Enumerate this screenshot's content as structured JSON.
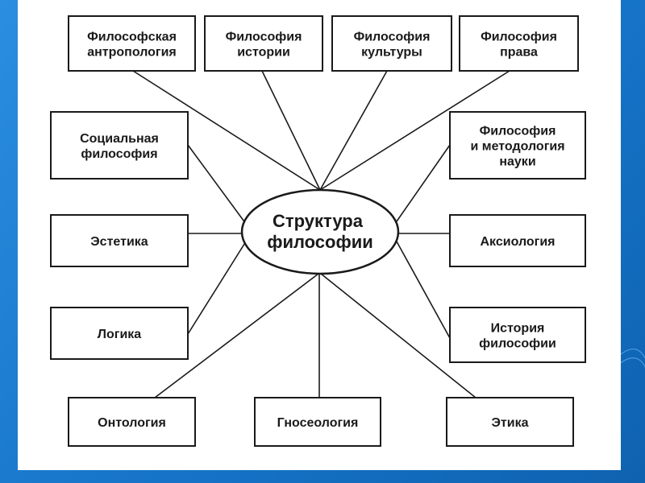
{
  "center": {
    "lines": [
      "Структура",
      "философии"
    ]
  },
  "nodes": [
    {
      "id": "philosophical-anthropology",
      "lines": [
        "Философская",
        "антропология"
      ]
    },
    {
      "id": "philosophy-of-history",
      "lines": [
        "Философия",
        "истории"
      ]
    },
    {
      "id": "philosophy-of-culture",
      "lines": [
        "Философия",
        "культуры"
      ]
    },
    {
      "id": "philosophy-of-law",
      "lines": [
        "Философия",
        "права"
      ]
    },
    {
      "id": "social-philosophy",
      "lines": [
        "Социальная",
        "философия"
      ]
    },
    {
      "id": "philosophy-of-science",
      "lines": [
        "Философия",
        "и методология",
        "науки"
      ]
    },
    {
      "id": "aesthetics",
      "lines": [
        "Эстетика"
      ]
    },
    {
      "id": "axiology",
      "lines": [
        "Аксиология"
      ]
    },
    {
      "id": "logic",
      "lines": [
        "Логика"
      ]
    },
    {
      "id": "history-of-philosophy",
      "lines": [
        "История",
        "философии"
      ]
    },
    {
      "id": "ontology",
      "lines": [
        "Онтология"
      ]
    },
    {
      "id": "gnoseology",
      "lines": [
        "Гносеология"
      ]
    },
    {
      "id": "ethics",
      "lines": [
        "Этика"
      ]
    }
  ]
}
